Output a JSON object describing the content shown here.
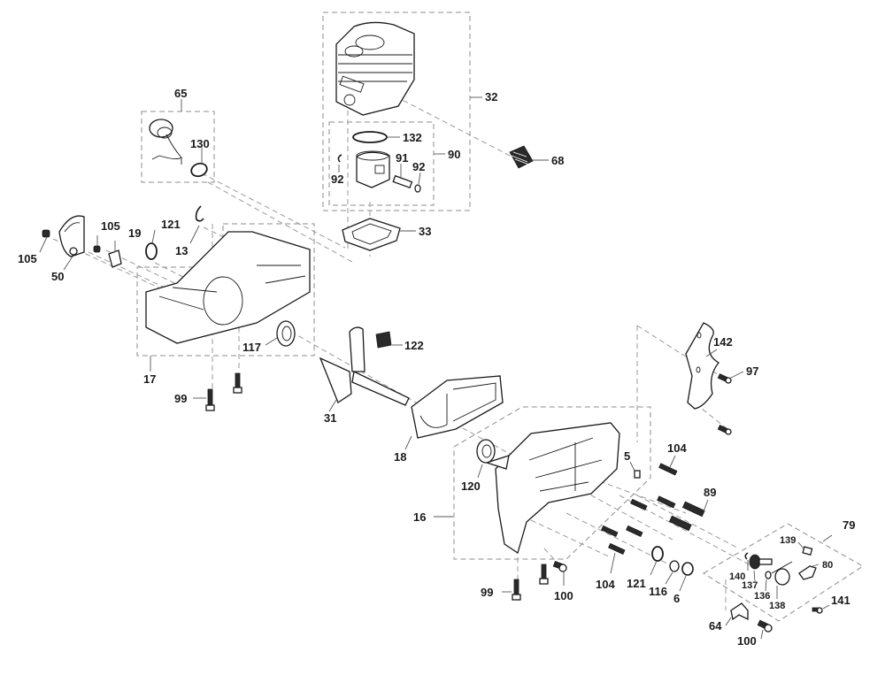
{
  "diagram": {
    "type": "exploded-parts-view",
    "subject": "chainsaw crankcase / engine assembly",
    "callouts": {
      "c65": "65",
      "c130": "130",
      "c32": "32",
      "c132": "132",
      "c90": "90",
      "c91": "91",
      "c92a": "92",
      "c92b": "92",
      "c68": "68",
      "c33": "33",
      "c105a": "105",
      "c105b": "105",
      "c19": "19",
      "c121a": "121",
      "c13": "13",
      "c50": "50",
      "c117": "117",
      "c122": "122",
      "c17": "17",
      "c99a": "99",
      "c31": "31",
      "c18": "18",
      "c142": "142",
      "c97": "97",
      "c104a": "104",
      "c5": "5",
      "c89": "89",
      "c120": "120",
      "c16": "16",
      "c99b": "99",
      "c100a": "100",
      "c104b": "104",
      "c121b": "121",
      "c116": "116",
      "c6": "6",
      "c79": "79",
      "c139": "139",
      "c80": "80",
      "c140": "140",
      "c137": "137",
      "c136": "136",
      "c138": "138",
      "c141": "141",
      "c64": "64",
      "c100b": "100"
    },
    "groups": [
      {
        "id": "65",
        "contains": [
          "130"
        ]
      },
      {
        "id": "32",
        "contains": [
          "90"
        ]
      },
      {
        "id": "90",
        "contains": [
          "132",
          "91",
          "92"
        ]
      },
      {
        "id": "17",
        "contains": []
      },
      {
        "id": "16",
        "contains": [
          "5"
        ]
      },
      {
        "id": "79",
        "contains": [
          "139",
          "80",
          "140",
          "137",
          "136",
          "138"
        ]
      }
    ]
  }
}
